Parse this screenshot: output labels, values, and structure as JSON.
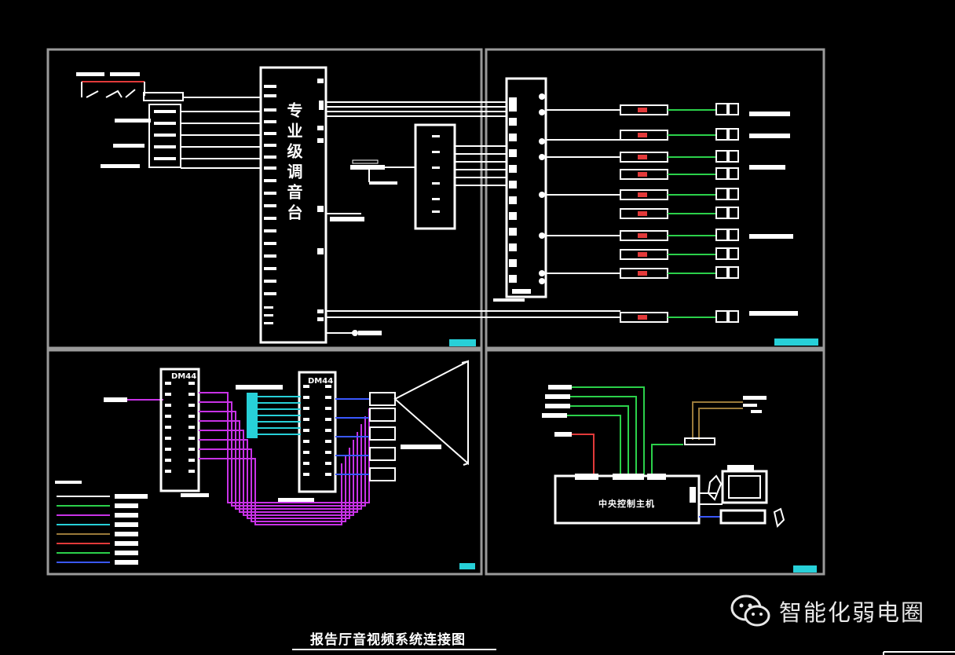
{
  "drawing": {
    "title": "报告厅音视频系统连接图",
    "mixer_label": "专业级调音台",
    "host_label": "中央控制主机",
    "matrix_a_label": "DM44",
    "matrix_b_label": "DM44"
  },
  "watermark": {
    "icon": "wechat-icon",
    "text": "智能化弱电圈"
  },
  "colors": {
    "background": "#000000",
    "frame": "#9a9a9a",
    "line_white": "#ffffff",
    "line_green": "#2bd04a",
    "line_magenta": "#c832e6",
    "line_cyan": "#27d0d8",
    "line_red": "#e23a3a",
    "line_blue": "#3a58ff",
    "line_olive": "#9a7a3a",
    "tag": "#27d0d8"
  }
}
